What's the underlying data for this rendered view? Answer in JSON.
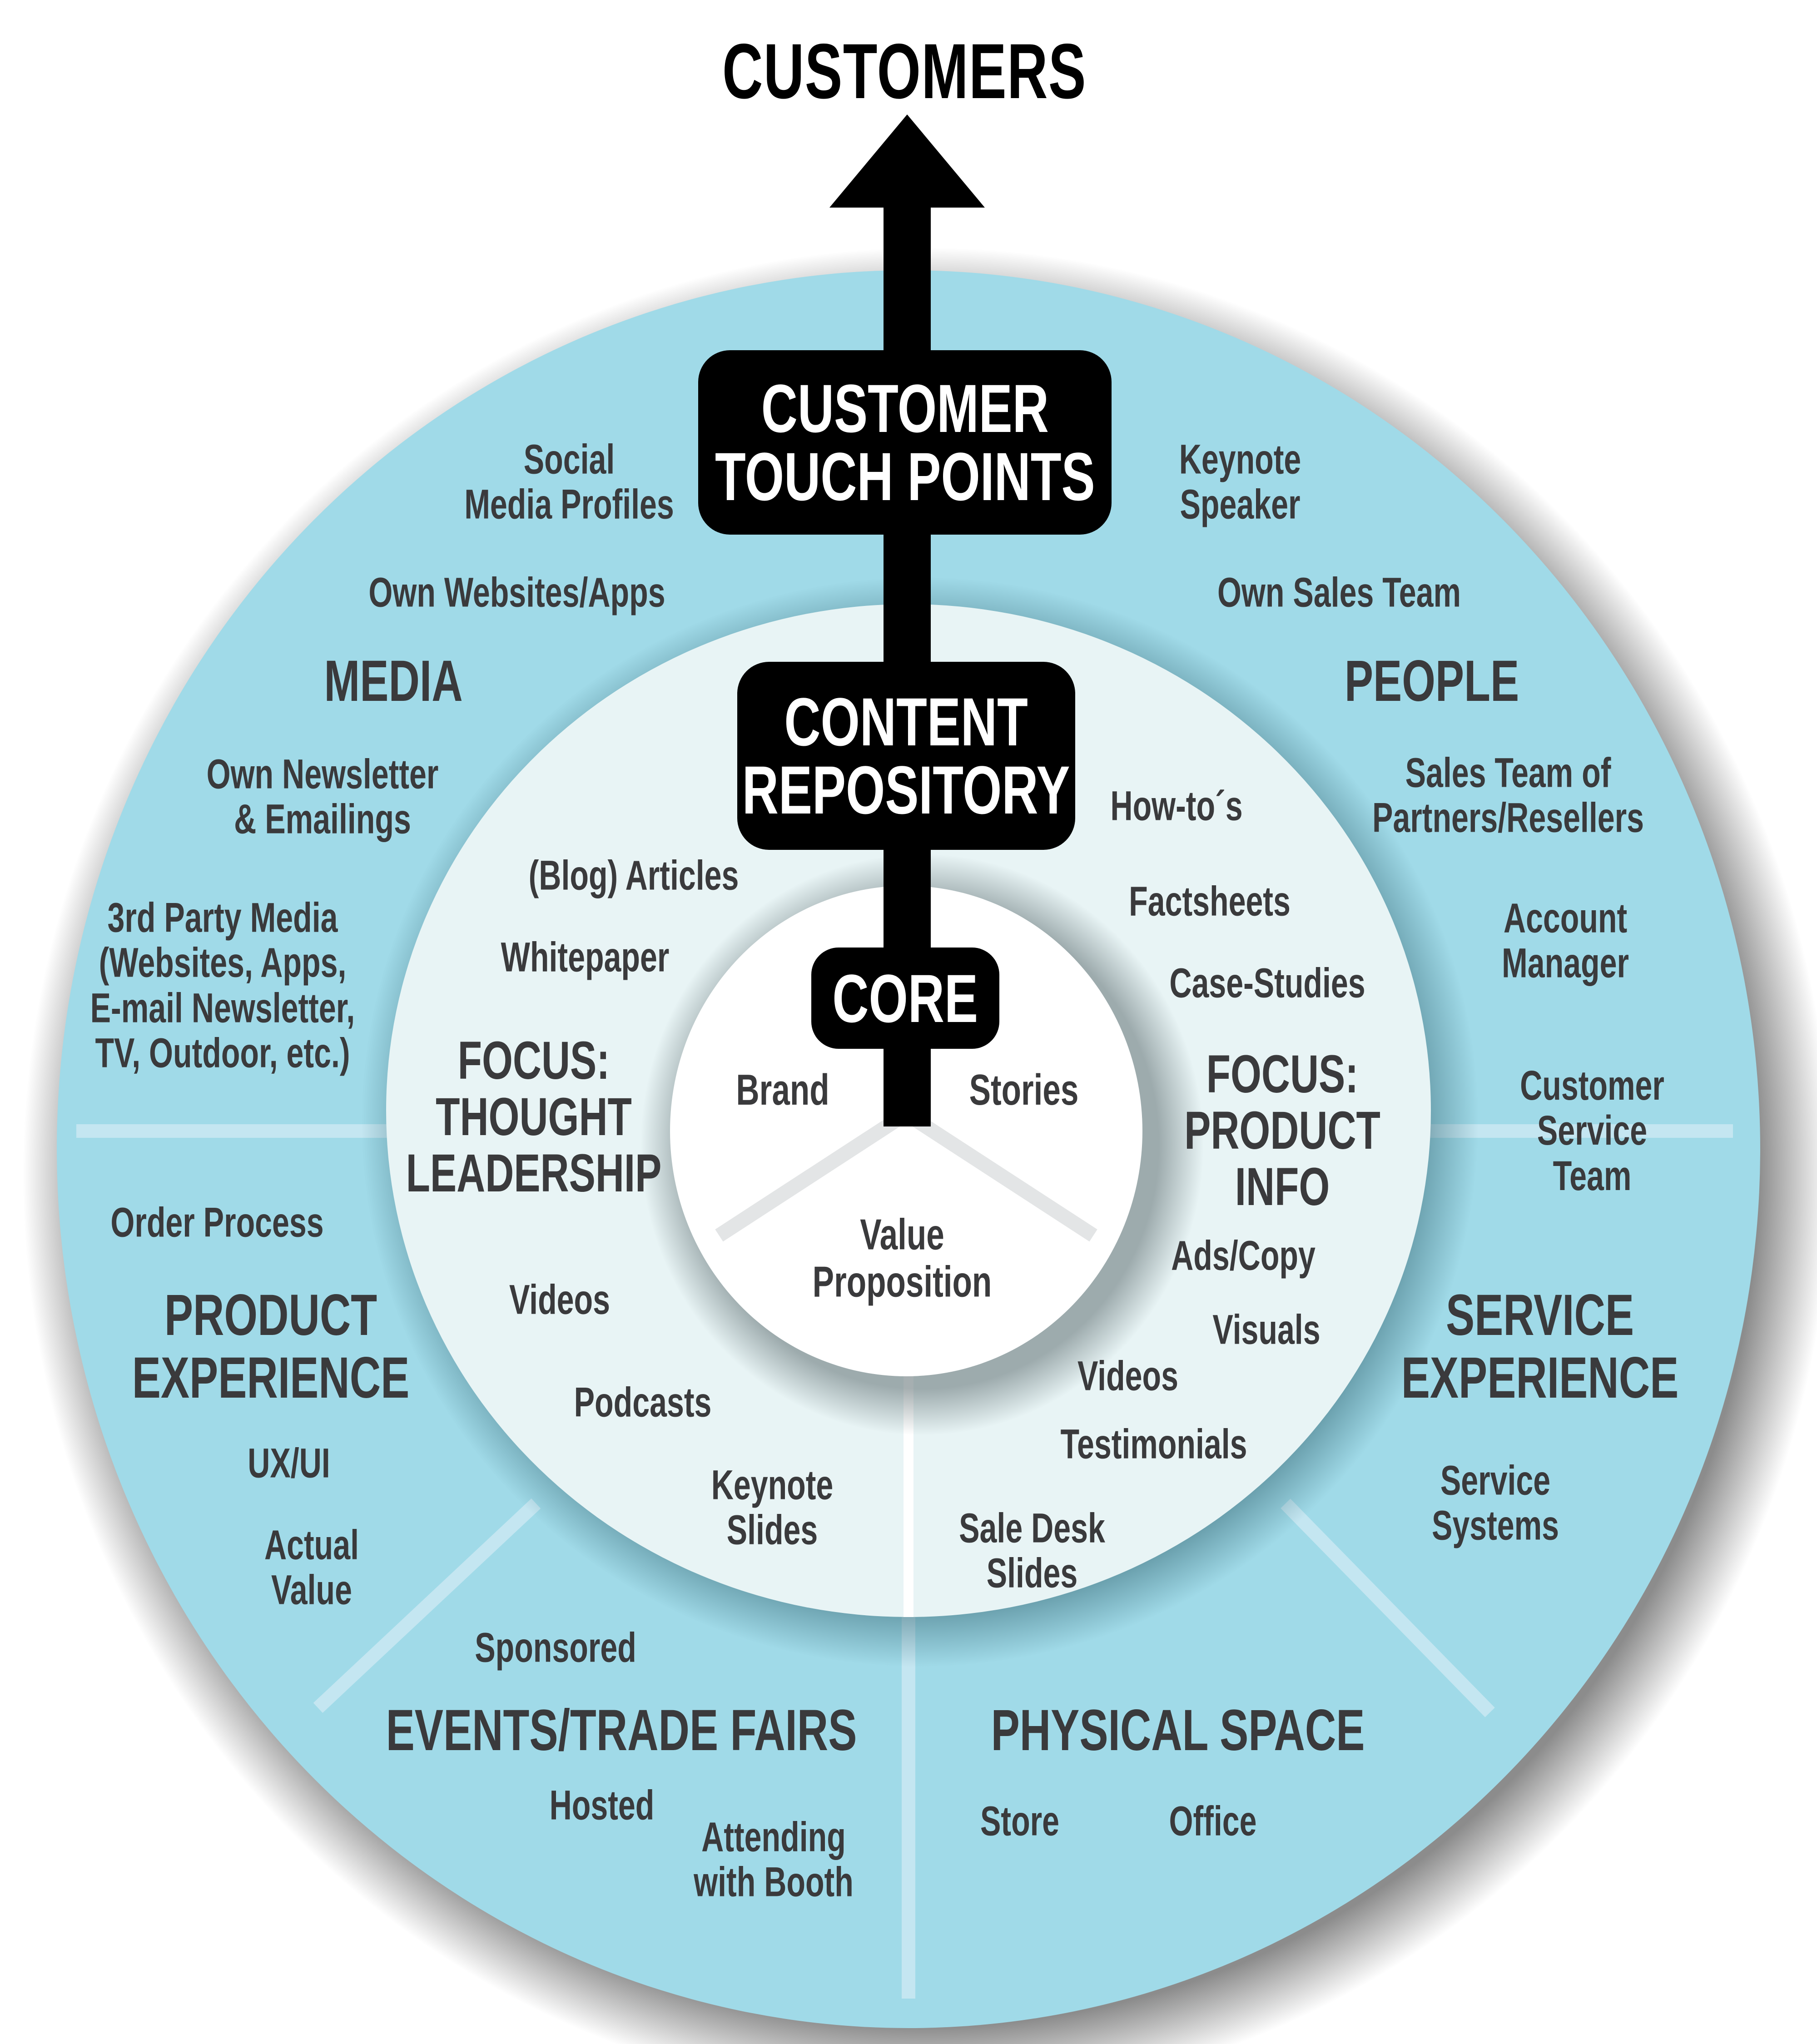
{
  "diagram": {
    "title": "CUSTOMERS",
    "colors": {
      "outer_ring": "#A0DAE8",
      "middle_ring": "#E8F4F5",
      "core": "#FFFFFF",
      "divider_outer": "#C4E6F1",
      "divider_core": "#E3E5E6",
      "text": "#3A3A3C",
      "box": "#000000",
      "box_text": "#FFFFFF"
    },
    "boxes": {
      "touch_points": [
        "CUSTOMER",
        "TOUCH POINTS"
      ],
      "content_repository": [
        "CONTENT",
        "REPOSITORY"
      ],
      "core": [
        "CORE"
      ]
    },
    "core": {
      "items": [
        "Brand",
        "Stories",
        "Value Proposition"
      ],
      "value_proposition_lines": [
        "Value",
        "Proposition"
      ]
    },
    "content_repository": {
      "focus_left": [
        "FOCUS:",
        "THOUGHT",
        "LEADERSHIP"
      ],
      "focus_right": [
        "FOCUS:",
        "PRODUCT",
        "INFO"
      ],
      "left_items": [
        "(Blog) Articles",
        "Whitepaper",
        "Videos",
        "Podcasts",
        "Keynote Slides"
      ],
      "right_items": [
        "How-to´s",
        "Factsheets",
        "Case-Studies",
        "Ads/Copy",
        "Visuals",
        "Videos",
        "Testimonials",
        "Sale Desk Slides"
      ],
      "keynote_slides_lines": [
        "Keynote",
        "Slides"
      ],
      "sale_desk_lines": [
        "Sale Desk",
        "Slides"
      ]
    },
    "touch_points": {
      "media": {
        "label": "MEDIA",
        "items": [
          "Social Media Profiles",
          "Own Websites/Apps",
          "Own Newsletter & Emailings",
          "3rd Party Media (Websites, Apps, E-mail Newsletter, TV, Outdoor, etc.)"
        ],
        "social_lines": [
          "Social",
          "Media Profiles"
        ],
        "newsletter_lines": [
          "Own Newsletter",
          "& Emailings"
        ],
        "third_party_lines": [
          "3rd Party Media",
          "(Websites, Apps,",
          "E-mail Newsletter,",
          "TV, Outdoor, etc.)"
        ]
      },
      "people": {
        "label": "PEOPLE",
        "items": [
          "Keynote Speaker",
          "Own Sales Team",
          "Sales Team of Partners/Resellers",
          "Account Manager",
          "Customer Service Team"
        ],
        "keynote_lines": [
          "Keynote",
          "Speaker"
        ],
        "partners_lines": [
          "Sales Team of",
          "Partners/Resellers"
        ],
        "account_lines": [
          "Account",
          "Manager"
        ],
        "cst_lines": [
          "Customer",
          "Service",
          "Team"
        ]
      },
      "product_experience": {
        "label_lines": [
          "PRODUCT",
          "EXPERIENCE"
        ],
        "items": [
          "Order Process",
          "UX/UI",
          "Actual Value"
        ],
        "actual_value_lines": [
          "Actual",
          "Value"
        ]
      },
      "service_experience": {
        "label_lines": [
          "SERVICE",
          "EXPERIENCE"
        ],
        "items": [
          "Service Systems"
        ],
        "systems_lines": [
          "Service",
          "Systems"
        ]
      },
      "events": {
        "label": "EVENTS/TRADE FAIRS",
        "items": [
          "Sponsored",
          "Hosted",
          "Attending with Booth"
        ],
        "booth_lines": [
          "Attending",
          "with Booth"
        ]
      },
      "physical_space": {
        "label": "PHYSICAL SPACE",
        "items": [
          "Store",
          "Office"
        ]
      }
    }
  }
}
